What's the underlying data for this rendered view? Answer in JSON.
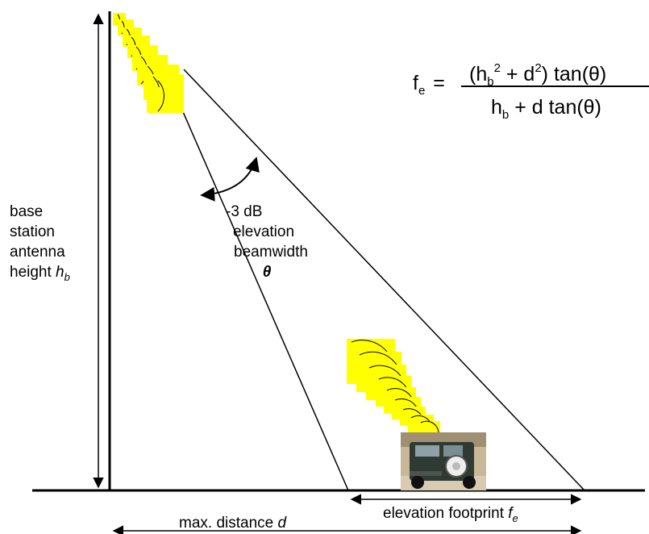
{
  "labels": {
    "antenna_height": {
      "line1": "base",
      "line2": "station",
      "line3": "antenna",
      "line4_prefix": "height ",
      "symbol": "h",
      "subscript": "b"
    },
    "beamwidth": {
      "line1": "-3 dB",
      "line2": "elevation",
      "line3": "beamwidth",
      "symbol": "θ"
    },
    "footprint": {
      "prefix": "elevation footprint ",
      "symbol": "f",
      "subscript": "e"
    },
    "distance": {
      "prefix": "max. distance ",
      "symbol": "d"
    }
  },
  "formula": {
    "lhs": "f",
    "lhs_subscript": "e",
    "equals": "=",
    "numerator_open": "(h",
    "numerator_sub": "b",
    "numerator_sup": "2",
    "numerator_mid": " + d",
    "numerator_sup2": "2",
    "numerator_tail": ") tan(θ)",
    "denominator_head": "h",
    "denominator_sub": "b",
    "denominator_tail": " + d tan(θ)"
  },
  "colors": {
    "wave_fill": "#ffff00",
    "line": "#000000",
    "background": "#ffffff"
  },
  "icons": {
    "antenna_waves": "radio-wave-icon",
    "vehicle": "vehicle-photo-icon",
    "mobile_waves": "radio-wave-icon"
  }
}
